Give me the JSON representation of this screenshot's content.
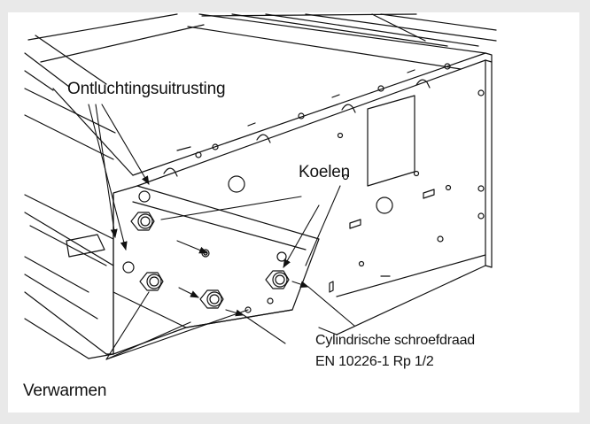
{
  "labels": {
    "ventilation": "Ontluchtingsuitrusting",
    "cooling": "Koelen",
    "heating": "Verwarmen",
    "thread_line1": "Cylindrische schroefdraad",
    "thread_line2": "EN 10226-1 Rp 1/2"
  },
  "colors": {
    "background_frame": "#e9e9e9",
    "panel": "#ffffff",
    "line": "#111111"
  }
}
